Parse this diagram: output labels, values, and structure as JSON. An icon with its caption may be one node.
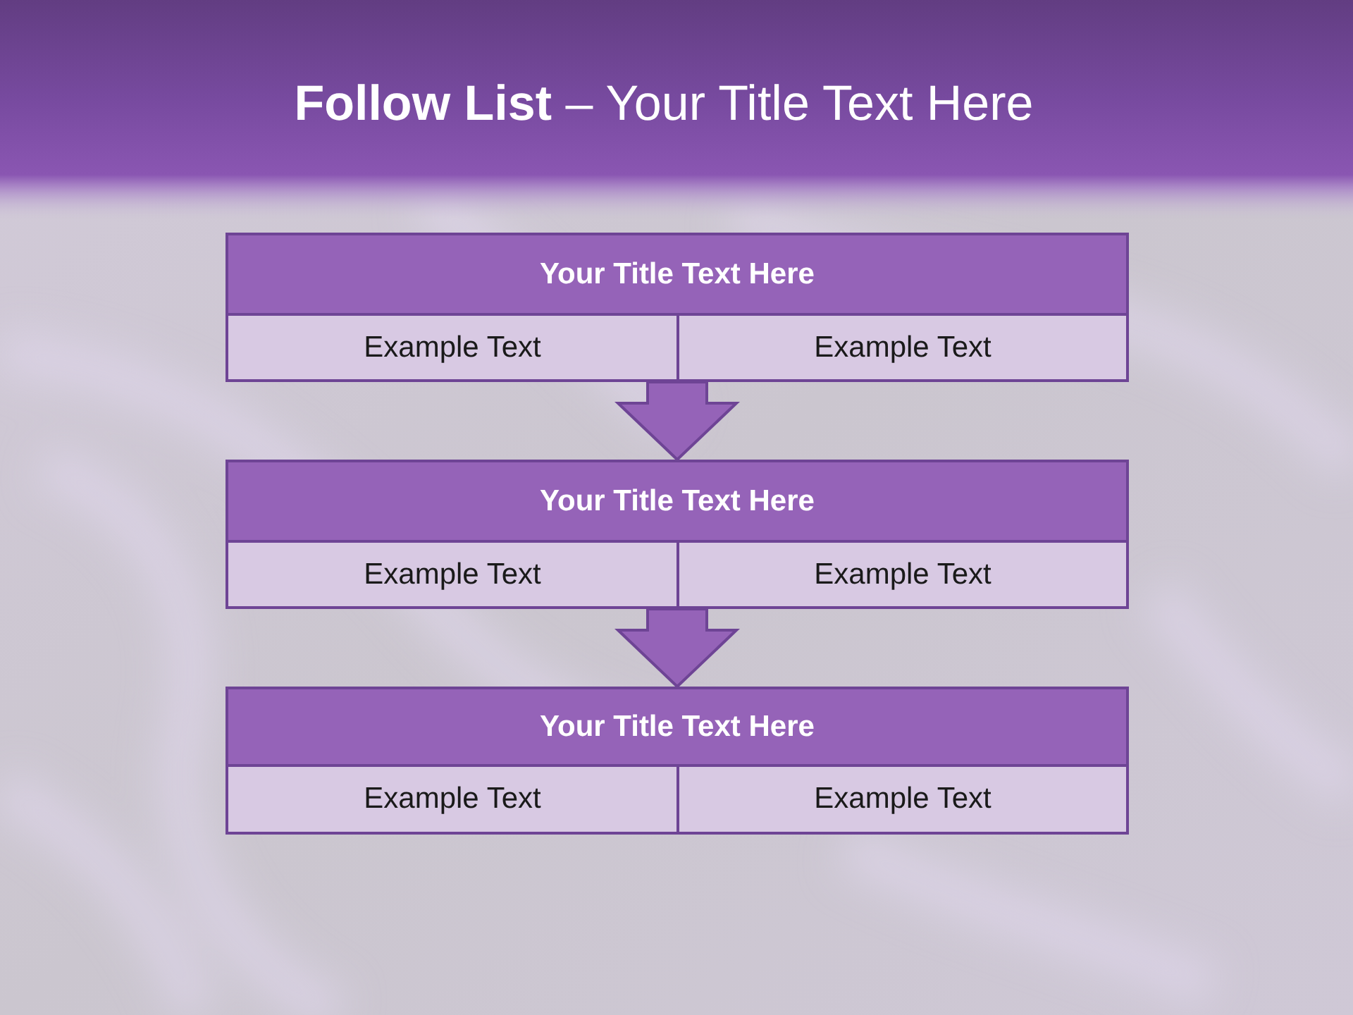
{
  "diagram": {
    "title": "**Follow List** – Your Title Text Here",
    "nodes": [
      {
        "text": [],
        "shape": "box"
      },
      {
        "text": [
          "Your Title Text Here"
        ],
        "in": 0
      },
      {
        "text": [
          "Example Text"
        ],
        "in": 0
      },
      {
        "text": [
          "Example Text"
        ],
        "in": 0
      },
      {
        "text": [],
        "shape": "box"
      },
      {
        "text": [
          "Your Title Text Here"
        ],
        "in": 4
      },
      {
        "text": [
          "Example Text"
        ],
        "in": 4
      },
      {
        "text": [
          "Example Text"
        ],
        "in": 4
      },
      {
        "text": [],
        "shape": "box"
      },
      {
        "text": [
          "Your Title Text Here"
        ],
        "in": 8
      },
      {
        "text": [
          "Example Text"
        ],
        "in": 8
      },
      {
        "text": [
          "Example Text"
        ],
        "in": 8
      }
    ],
    "edges": [
      {
        "from": 0,
        "to": 4,
        "arrow": "to"
      },
      {
        "from": 4,
        "to": 8,
        "arrow": "to"
      }
    ]
  }
}
